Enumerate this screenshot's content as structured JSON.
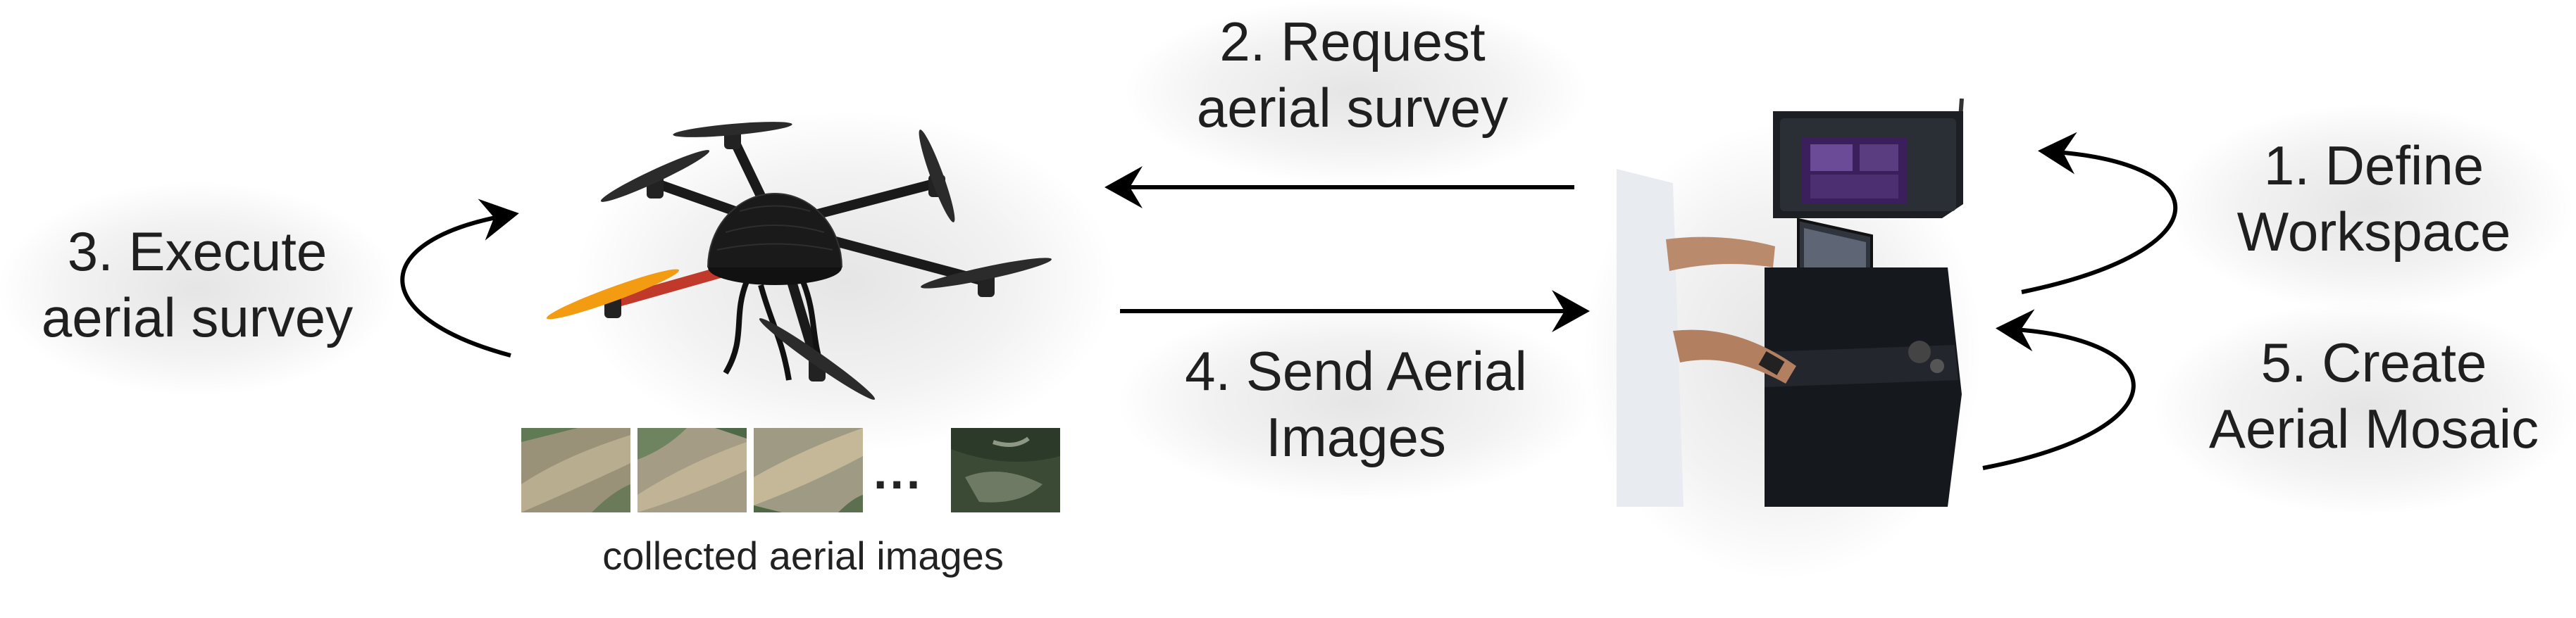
{
  "labels": {
    "step1": [
      "1. Define",
      "Workspace"
    ],
    "step2": [
      "2. Request",
      "aerial survey"
    ],
    "step3": [
      "3. Execute",
      "aerial survey"
    ],
    "step4": [
      "4. Send Aerial",
      "Images"
    ],
    "step5": [
      "5. Create",
      "Aerial Mosaic"
    ],
    "caption": "collected aerial images",
    "ellipsis": "..."
  },
  "images": {
    "drone": "hexacopter-drone",
    "ground_station": "ground-control-station-laptop",
    "thumbnails": [
      "aerial-image-1",
      "aerial-image-2",
      "aerial-image-3",
      "aerial-image-4"
    ]
  },
  "colors": {
    "text": "#1f1f1f",
    "arrow": "#000000",
    "drone_body": "#1a1a1a",
    "drone_arm_accent": "#c0392b",
    "propeller_accent": "#f39c12",
    "case": "#1c1f24",
    "screen": "#3a1f5c"
  }
}
